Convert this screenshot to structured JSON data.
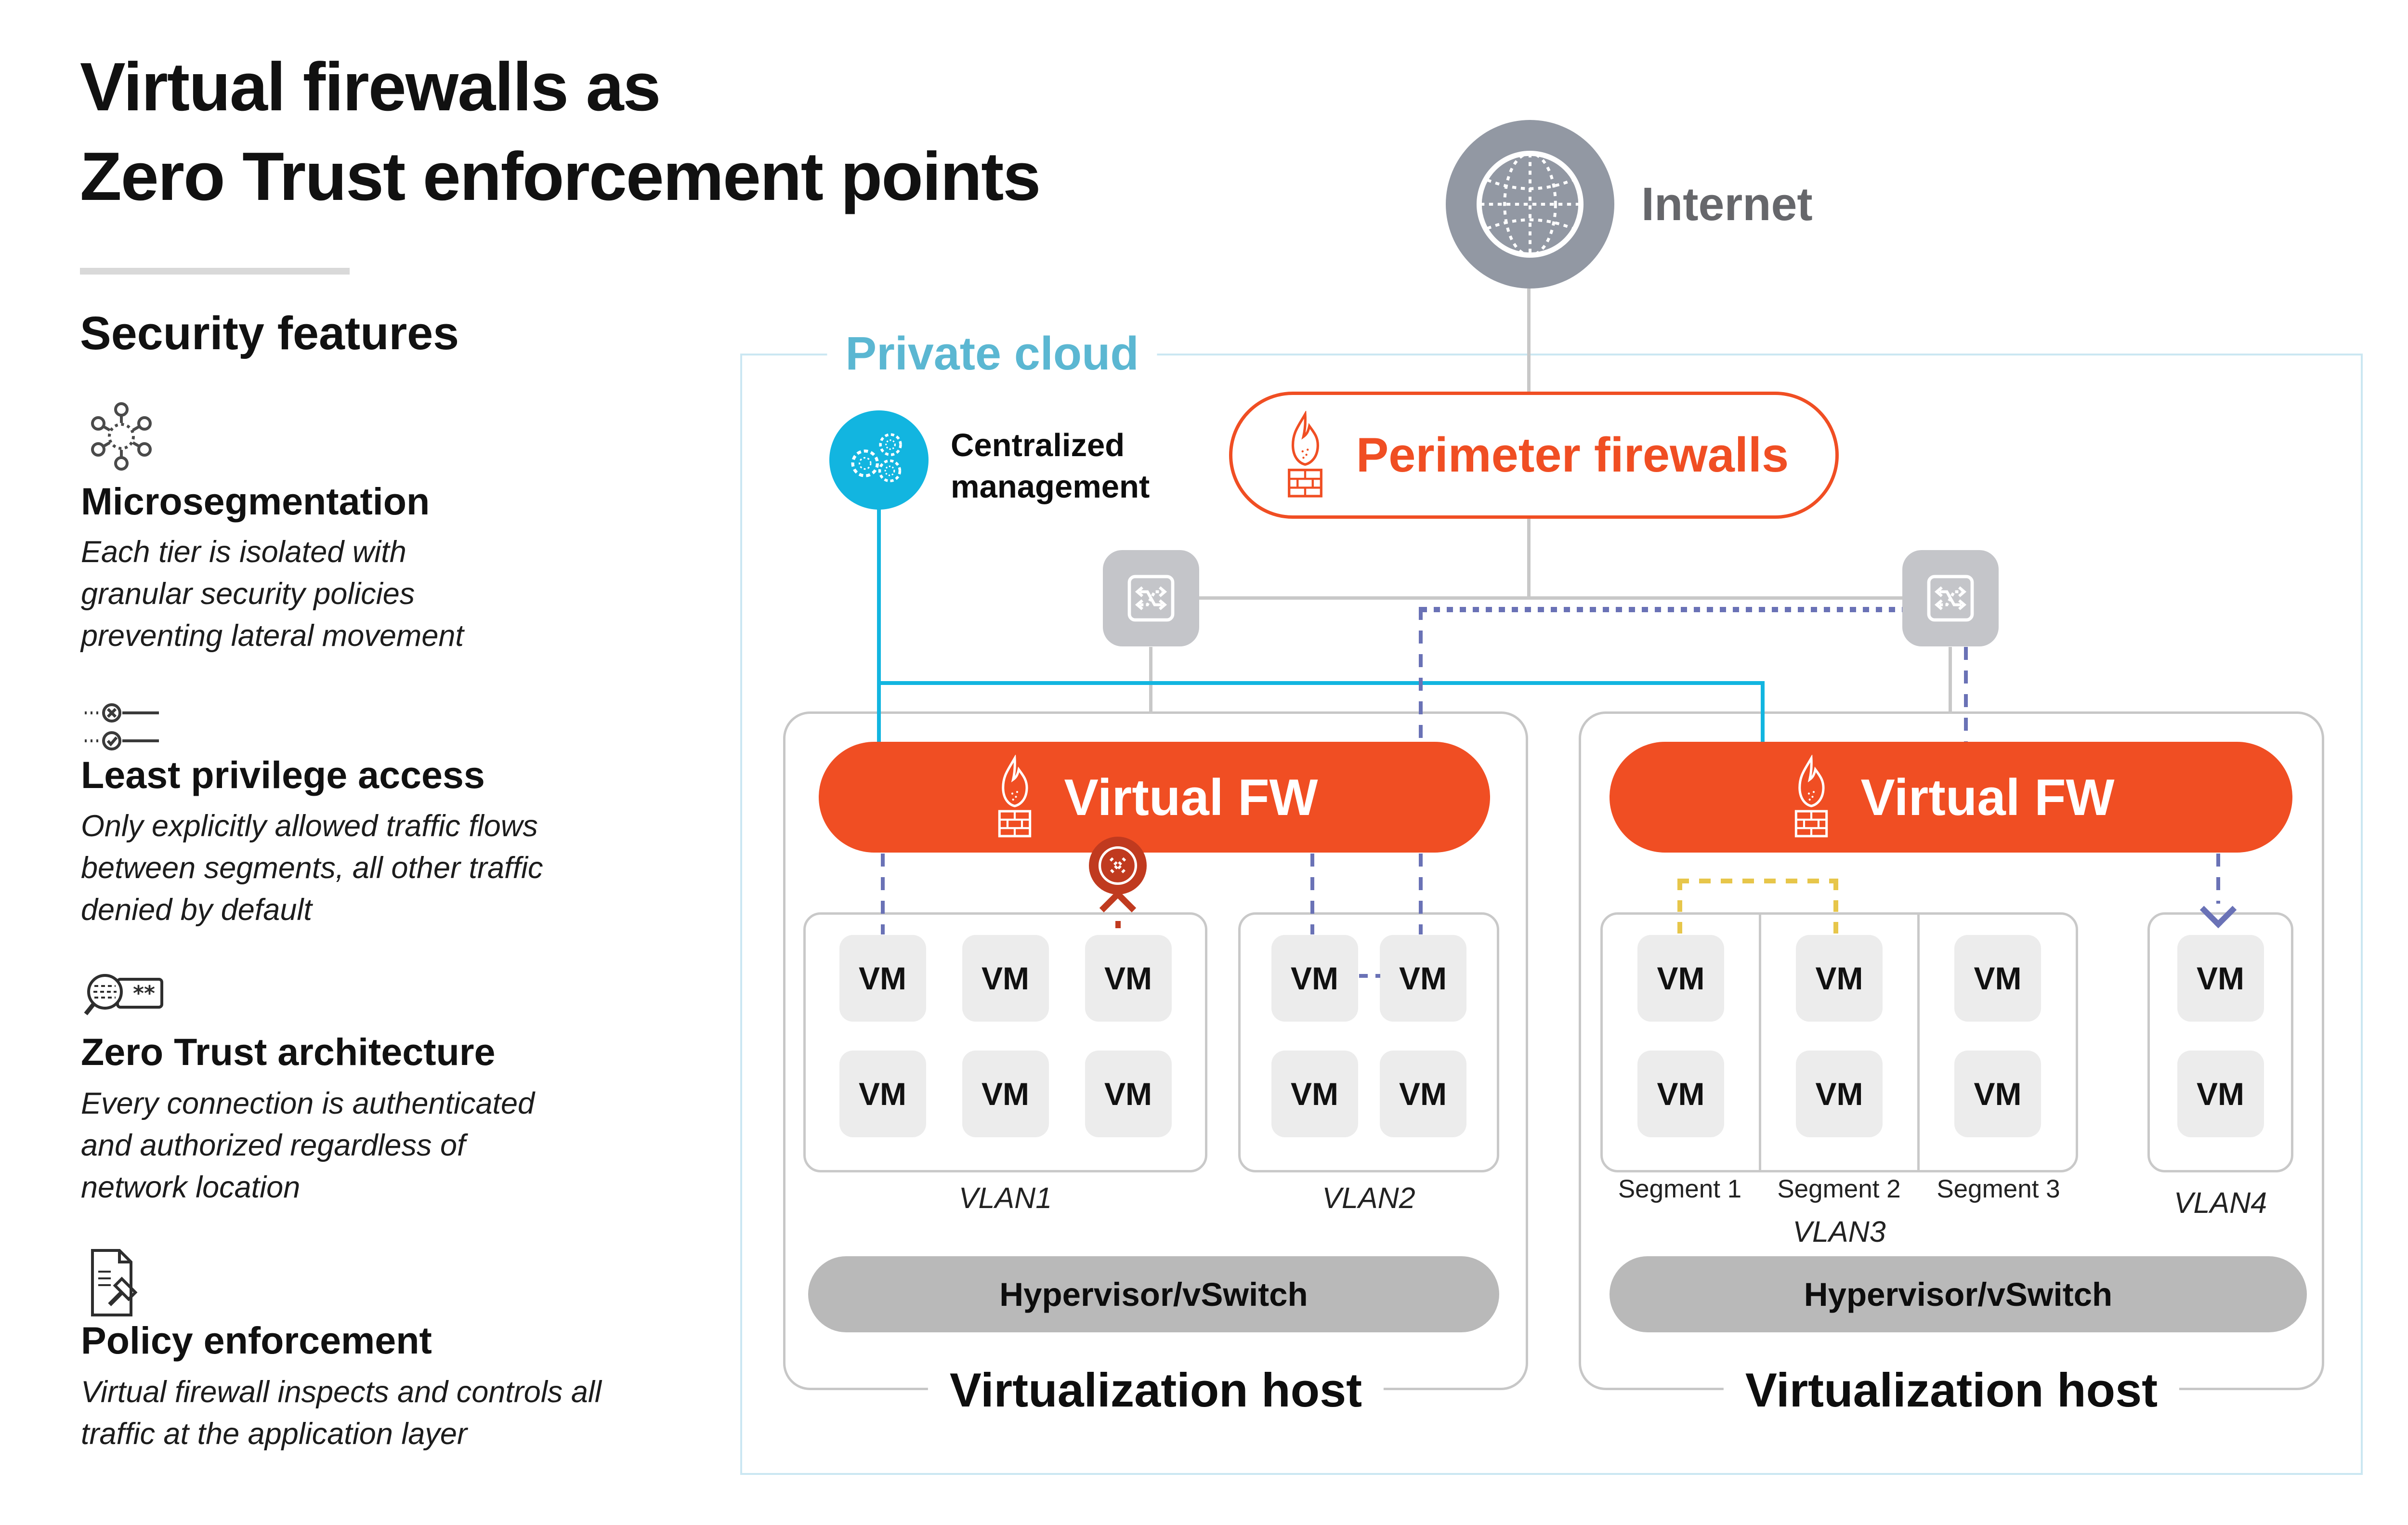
{
  "title": {
    "line1": "Virtual firewalls as",
    "line2": "Zero Trust enforcement points"
  },
  "security_features": {
    "heading": "Security features",
    "items": [
      {
        "icon": "microsegmentation-icon",
        "title": "Microsegmentation",
        "description": "Each tier is isolated with granular security policies preventing lateral movement"
      },
      {
        "icon": "least-privilege-icon",
        "title": "Least privilege access",
        "description": "Only explicitly allowed traffic flows between segments, all other traffic denied by default"
      },
      {
        "icon": "zero-trust-icon",
        "title": "Zero Trust architecture",
        "description": "Every connection is authenticated and authorized regardless of network location"
      },
      {
        "icon": "policy-enforcement-icon",
        "title": "Policy enforcement",
        "description": "Virtual firewall inspects and controls all traffic at the application layer"
      }
    ]
  },
  "diagram": {
    "internet": {
      "label": "Internet",
      "icon": "globe-icon"
    },
    "private_cloud": {
      "label": "Private cloud"
    },
    "centralized_management": {
      "label": "Centralized management",
      "icon": "gears-icon"
    },
    "perimeter_firewalls": {
      "label": "Perimeter firewalls",
      "icon": "firewall-icon"
    },
    "vm_label": "VM",
    "hosts": [
      {
        "label": "Virtualization host",
        "firewall_label": "Virtual FW",
        "hypervisor_label": "Hypervisor/vSwitch",
        "vlans": [
          {
            "label": "VLAN1",
            "vm_count": 6
          },
          {
            "label": "VLAN2",
            "vm_count": 4
          }
        ]
      },
      {
        "label": "Virtualization host",
        "firewall_label": "Virtual FW",
        "hypervisor_label": "Hypervisor/vSwitch",
        "vlans": [
          {
            "label": "VLAN3",
            "segments": [
              "Segment 1",
              "Segment 2",
              "Segment 3"
            ],
            "vm_count": 6
          },
          {
            "label": "VLAN4",
            "vm_count": 2
          }
        ]
      }
    ]
  },
  "colors": {
    "orange": "#F04E23",
    "blocked_red": "#C03A1F",
    "cyan": "#12B5E0",
    "private_cloud_blue": "#5BB7D2",
    "purple_dash": "#6A72B6",
    "yellow_dash": "#E7C64A",
    "line_gray": "#C8C8C8",
    "internet_gray": "#9298A3",
    "internet_text": "#66676B"
  }
}
